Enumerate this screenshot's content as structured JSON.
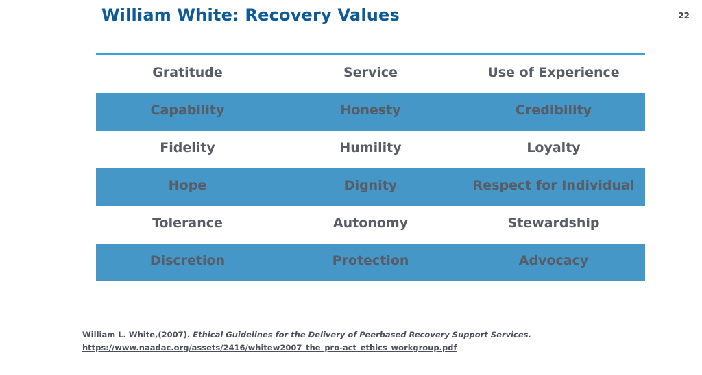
{
  "slide": {
    "title": "William White: Recovery Values",
    "page_number": "22"
  },
  "table": {
    "rows": [
      {
        "highlight": false,
        "cells": [
          "Gratitude",
          "Service",
          "Use of Experience"
        ]
      },
      {
        "highlight": true,
        "cells": [
          "Capability",
          "Honesty",
          "Credibility"
        ]
      },
      {
        "highlight": false,
        "cells": [
          "Fidelity",
          "Humility",
          "Loyalty"
        ]
      },
      {
        "highlight": true,
        "cells": [
          "Hope",
          "Dignity",
          "Respect for Individual"
        ]
      },
      {
        "highlight": false,
        "cells": [
          "Tolerance",
          "Autonomy",
          "Stewardship"
        ]
      },
      {
        "highlight": true,
        "cells": [
          "Discretion",
          "Protection",
          "Advocacy"
        ]
      }
    ]
  },
  "footer": {
    "citation_plain": "William L. White,(2007). ",
    "citation_italic": "Ethical Guidelines for the Delivery of Peerbased Recovery Support Services.",
    "link_url": "https://www.naadac.org/assets/2416/whitew2007_the_pro-act_ethics_workgroup.pdf"
  },
  "colors": {
    "title_blue": "#0e5a96",
    "row_blue": "#4497c6",
    "top_rule_blue": "#3f9ed6",
    "cell_text_gray": "#585c66",
    "footer_text_gray": "#4b4f5a",
    "page_number_gray": "#44474e"
  }
}
